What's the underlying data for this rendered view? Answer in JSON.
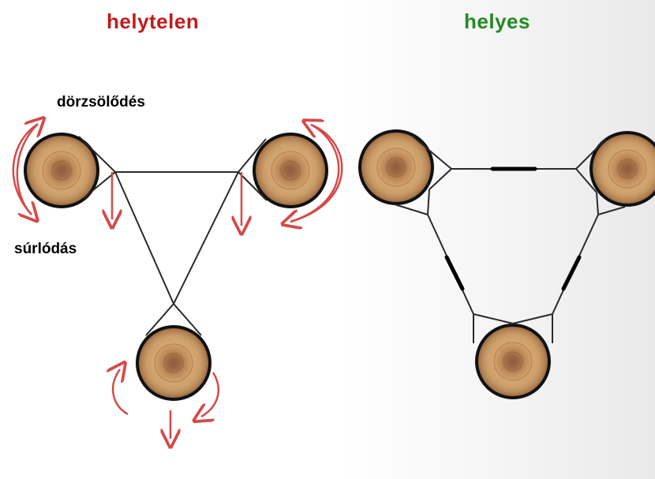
{
  "titles": {
    "wrong": "helytelen",
    "right": "helyes"
  },
  "labels": {
    "rubbing": "dörzsölődés",
    "friction": "súrlódás"
  },
  "colors": {
    "wrong": "#c11b1b",
    "right": "#228b22",
    "arrow": "#d44a4a",
    "rope": "#2a2a2a",
    "log_outer": "#111111",
    "log_wood": "#b98757"
  }
}
